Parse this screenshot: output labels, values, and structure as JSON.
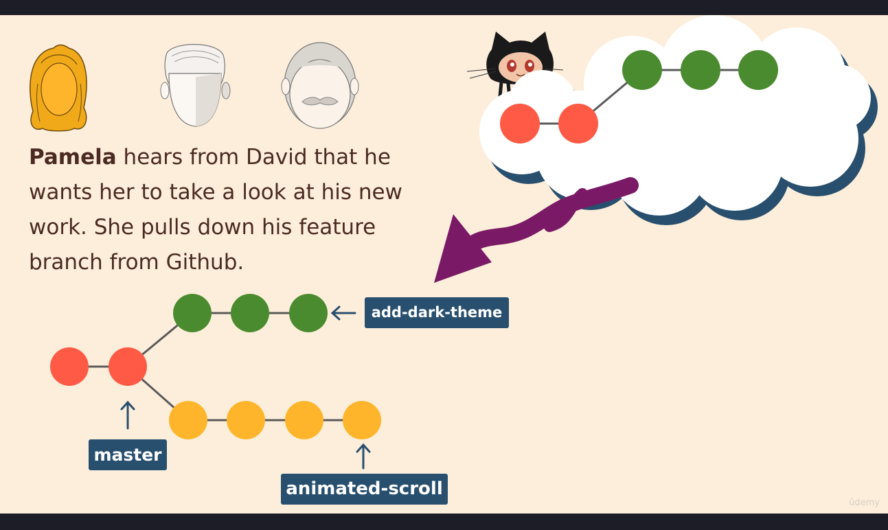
{
  "narrative": {
    "name": "Pamela",
    "text": " hears from David that he wants her to take a look at his new work.  She pulls down his feature branch from Github."
  },
  "branches": {
    "feature": "add-dark-theme",
    "main": "master",
    "other": "animated-scroll"
  },
  "watermark": "ûdemy",
  "colors": {
    "background": "#fdeedb",
    "commit_red": "#ff5a45",
    "commit_green": "#4b8b30",
    "commit_yellow": "#ffb52b",
    "tag_blue": "#284f6e",
    "arrow_purple": "#7a1a66",
    "cloud_shadow": "#284f6e",
    "text": "#4a2a22"
  },
  "icons": [
    "woman-face-icon",
    "man-face-icon",
    "old-man-face-icon",
    "github-octocat-icon",
    "cloud-icon"
  ]
}
